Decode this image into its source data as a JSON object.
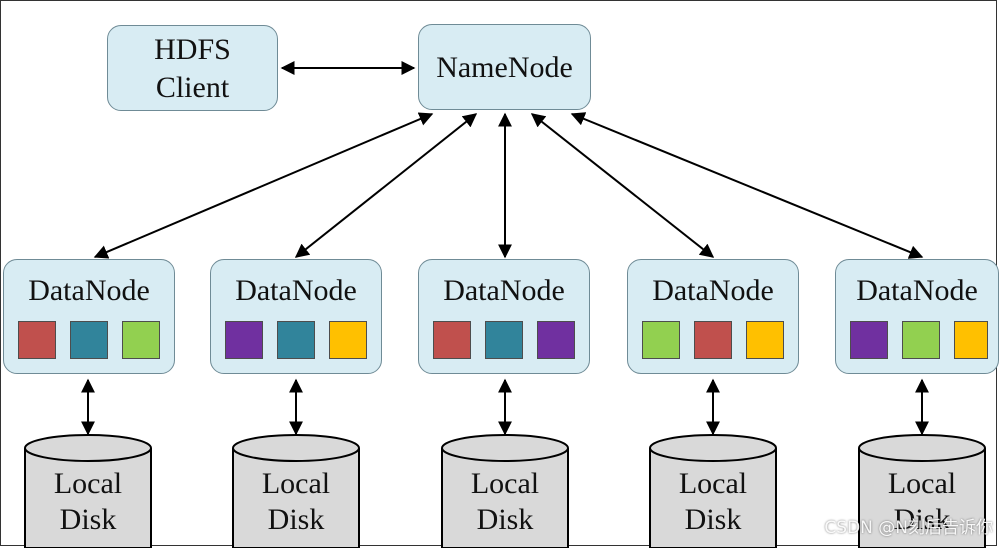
{
  "hdfs_client": {
    "line1": "HDFS",
    "line2": "Client"
  },
  "namenode": {
    "label": "NameNode"
  },
  "colors": {
    "red": "#c0504d",
    "teal": "#31849b",
    "green": "#92d050",
    "purple": "#7030a0",
    "yellow": "#ffc000",
    "node_fill": "#d8ecf3",
    "disk_fill": "#d9d9d9"
  },
  "datanodes": [
    {
      "label": "DataNode",
      "blocks": [
        "red",
        "teal",
        "green"
      ]
    },
    {
      "label": "DataNode",
      "blocks": [
        "purple",
        "teal",
        "yellow"
      ]
    },
    {
      "label": "DataNode",
      "blocks": [
        "red",
        "teal",
        "purple"
      ]
    },
    {
      "label": "DataNode",
      "blocks": [
        "green",
        "red",
        "yellow"
      ]
    },
    {
      "label": "DataNode",
      "blocks": [
        "purple",
        "green",
        "yellow"
      ]
    }
  ],
  "disks": [
    {
      "line1": "Local",
      "line2": "Disk"
    },
    {
      "line1": "Local",
      "line2": "Disk"
    },
    {
      "line1": "Local",
      "line2": "Disk"
    },
    {
      "line1": "Local",
      "line2": "Disk"
    },
    {
      "line1": "Local",
      "line2": "Disk"
    }
  ],
  "watermark": "CSDN @N刻后告诉你"
}
